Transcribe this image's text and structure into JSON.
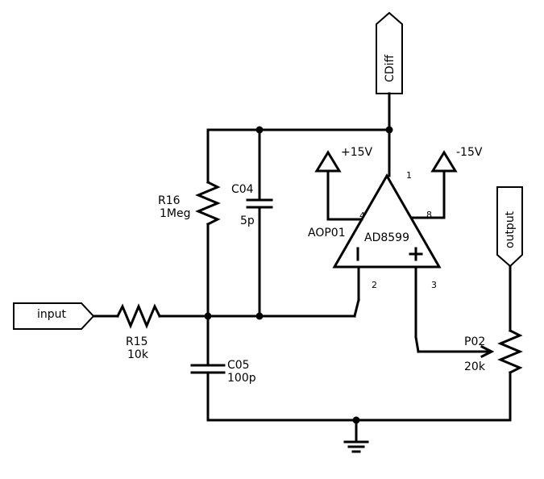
{
  "ports": {
    "input": "input",
    "output": "output",
    "cdiff": "CDiff"
  },
  "rails": {
    "positive": "+15V",
    "negative": "-15V"
  },
  "opamp": {
    "ref": "AOP01",
    "part": "AD8599",
    "pins": {
      "p1": "1",
      "p2": "2",
      "p3": "3",
      "p4": "4",
      "p8": "8"
    }
  },
  "components": {
    "r16": {
      "ref": "R16",
      "value": "1Meg"
    },
    "r15": {
      "ref": "R15",
      "value": "10k"
    },
    "c04": {
      "ref": "C04",
      "value": "5p"
    },
    "c05": {
      "ref": "C05",
      "value": "100p"
    },
    "p02": {
      "ref": "P02",
      "value": "20k"
    }
  }
}
